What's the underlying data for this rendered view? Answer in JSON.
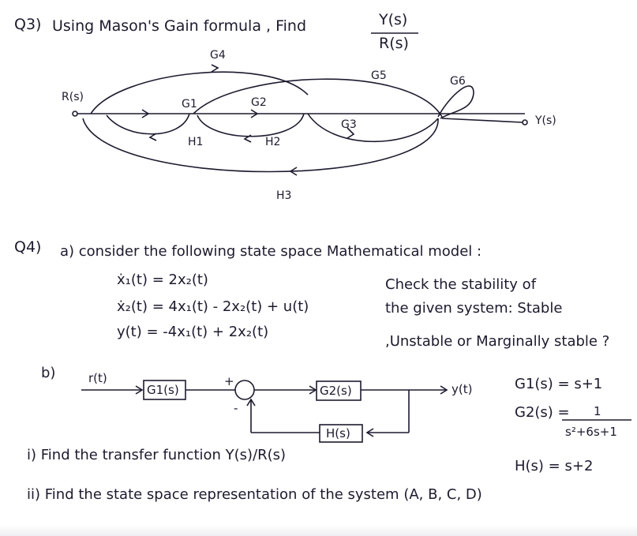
{
  "q3": {
    "number": "Q3)",
    "text": "Using Mason's Gain formula , Find",
    "frac_num": "Y(s)",
    "frac_den": "R(s)"
  },
  "sfg": {
    "input": "R(s)",
    "output": "Y(s)",
    "G1": "G1",
    "G2": "G2",
    "G3": "G3",
    "G4": "G4",
    "G5": "G5",
    "G6": "G6",
    "H1": "H1",
    "H2": "H2",
    "H3": "H3"
  },
  "q4": {
    "number": "Q4)",
    "part_a": "a) consider the following state space Mathematical model :",
    "eq1": "ẋ₁(t) = 2x₂(t)",
    "eq2": "ẋ₂(t) = 4x₁(t) - 2x₂(t) + u(t)",
    "eq3": "y(t) = -4x₁(t) + 2x₂(t)",
    "check1": "Check the stability of",
    "check2": "the given system: Stable",
    "check3": ",Unstable or Marginally stable ?",
    "part_b": "b)",
    "block": {
      "r": "r(t)",
      "G1": "G1(s)",
      "G2": "G2(s)",
      "H": "H(s)",
      "y": "y(t)",
      "plus": "+",
      "minus": "-"
    },
    "defs": {
      "G1": "G1(s) = s+1",
      "G2_lhs": "G2(s) =",
      "G2_num": "1",
      "G2_den": "s²+6s+1",
      "H": "H(s) = s+2"
    },
    "part_i": "i) Find the transfer function Y(s)/R(s)",
    "part_ii": "ii) Find the state space representation of the system (A, B, C, D)"
  }
}
